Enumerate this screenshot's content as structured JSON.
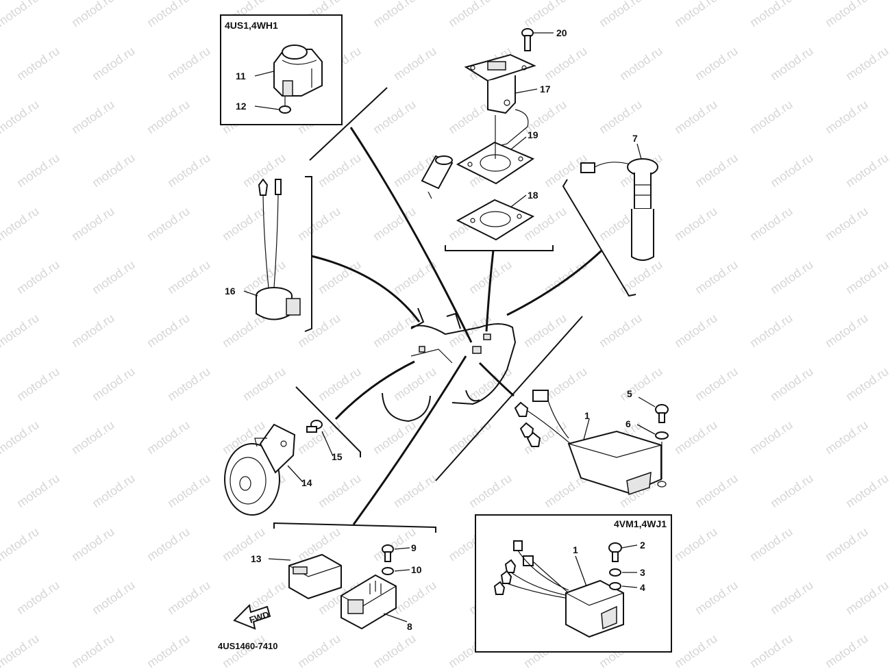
{
  "watermark": "motod.ru",
  "diagram_code": "4US1460-7410",
  "fwd_label": "FWD",
  "boxes": {
    "top_left": "4US1,4WH1",
    "bottom_right": "4VM1,4WJ1"
  },
  "callouts": {
    "c1": "1",
    "c1b": "1",
    "c2": "2",
    "c3": "3",
    "c4": "4",
    "c5": "5",
    "c6": "6",
    "c7": "7",
    "c8": "8",
    "c9": "9",
    "c10": "10",
    "c11": "11",
    "c12": "12",
    "c13": "13",
    "c14": "14",
    "c15": "15",
    "c16": "16",
    "c17": "17",
    "c18": "18",
    "c19": "19",
    "c20": "20"
  }
}
